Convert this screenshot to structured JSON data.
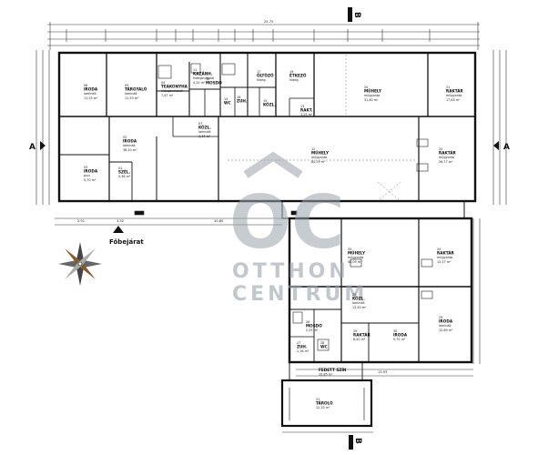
{
  "plan": {
    "section_letters": {
      "a": "A",
      "b": "B"
    },
    "entrance_label": "Főbejárat",
    "watermark": {
      "line1": "OC",
      "line2": "OTTHON",
      "line3": "CENTRUM"
    },
    "top_total_dim": "25.75",
    "bottom_dims": [
      "2.91",
      "3.52",
      "10.60",
      "13.93"
    ],
    "rooms": [
      {
        "num": "06",
        "name": "IRODA",
        "sub": "laminált",
        "area": "11,53 m²"
      },
      {
        "num": "05",
        "name": "TÁRGYALÓ",
        "sub": "laminált",
        "area": "11,53 m²"
      },
      {
        "num": "04",
        "name": "TEAKONYHA",
        "sub": "hidegburkolat",
        "area": "7,47 m²"
      },
      {
        "num": "11",
        "name": "KAZÁNH.",
        "sub": "hidegburkolat",
        "area": "4,15 m²"
      },
      {
        "num": "10",
        "name": "MOSDÓ",
        "sub": "",
        "area": ""
      },
      {
        "num": "17",
        "name": "ÖLTÖZŐ",
        "sub": "hideg.",
        "area": ""
      },
      {
        "num": "16",
        "name": "ZUH.",
        "sub": "",
        "area": ""
      },
      {
        "num": "15",
        "name": "KÖZL.",
        "sub": "",
        "area": ""
      },
      {
        "num": "14",
        "name": "WC",
        "sub": "",
        "area": ""
      },
      {
        "num": "13",
        "name": "RAKT.",
        "sub": "",
        "area": "3,25 m²"
      },
      {
        "num": "19",
        "name": "ÉTKEZŐ",
        "sub": "hideg.",
        "area": ""
      },
      {
        "num": "20",
        "name": "MŰHELY",
        "sub": "műgyanta",
        "area": "31,60 m²"
      },
      {
        "num": "21",
        "name": "RAKTÁR",
        "sub": "műgyanta",
        "area": "17,83 m²"
      },
      {
        "num": "07",
        "name": "KÖZL.",
        "sub": "laminált",
        "area": "3,44 m²"
      },
      {
        "num": "02",
        "name": "IRODA",
        "sub": "laminált",
        "area": "38,10 m²"
      },
      {
        "num": "03",
        "name": "IRODA",
        "sub": "puci",
        "area": "5,70 m²"
      },
      {
        "num": "01",
        "name": "SZÉL.",
        "sub": "",
        "area": "5,36 m²"
      },
      {
        "num": "12",
        "name": "MŰHELY",
        "sub": "műgyanta",
        "area": "80,29 m²"
      },
      {
        "num": "22",
        "name": "RAKTÁR",
        "sub": "műgyanta",
        "area": "26,77 m²"
      },
      {
        "num": "33",
        "name": "MŰHELY",
        "sub": "műgyanta",
        "area": "46,09 m²"
      },
      {
        "num": "24",
        "name": "RAKTÁR",
        "sub": "műgyanta",
        "area": "13,57 m²"
      },
      {
        "num": "25",
        "name": "KÖZL.",
        "sub": "laminált",
        "area": "13,50 m²"
      },
      {
        "num": "29",
        "name": "IRODA",
        "sub": "laminált",
        "area": "12,89 m²"
      },
      {
        "num": "26",
        "name": "MOSDÓ",
        "sub": "",
        "area": "2,25 m²"
      },
      {
        "num": "27",
        "name": "ZUH.",
        "sub": "",
        "area": "1,16 m²"
      },
      {
        "num": "28",
        "name": "WC",
        "sub": "",
        "area": ""
      },
      {
        "num": "29",
        "name": "RAKTÁR",
        "sub": "",
        "area": "6,50 m²"
      },
      {
        "num": "30",
        "name": "IRODA",
        "sub": "",
        "area": "9,75 m²"
      },
      {
        "num": "",
        "name": "FEDETT SZÍN",
        "sub": "",
        "area": "10,85 m²"
      },
      {
        "num": "31",
        "name": "TÁROLÓ",
        "sub": "",
        "area": "12,33 m²"
      }
    ]
  }
}
